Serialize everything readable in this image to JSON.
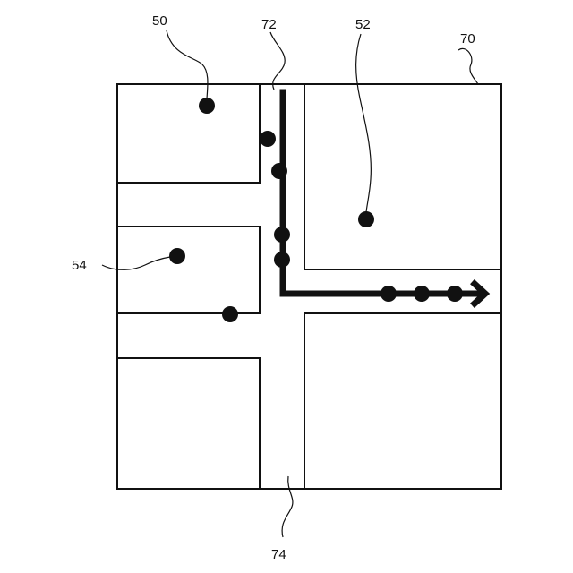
{
  "labels": {
    "block_top_left": "50",
    "route": "72",
    "block_right": "52",
    "site_outline": "70",
    "block_middle_left": "54",
    "street": "74"
  },
  "colors": {
    "ink": "#111111",
    "background": "#ffffff"
  }
}
